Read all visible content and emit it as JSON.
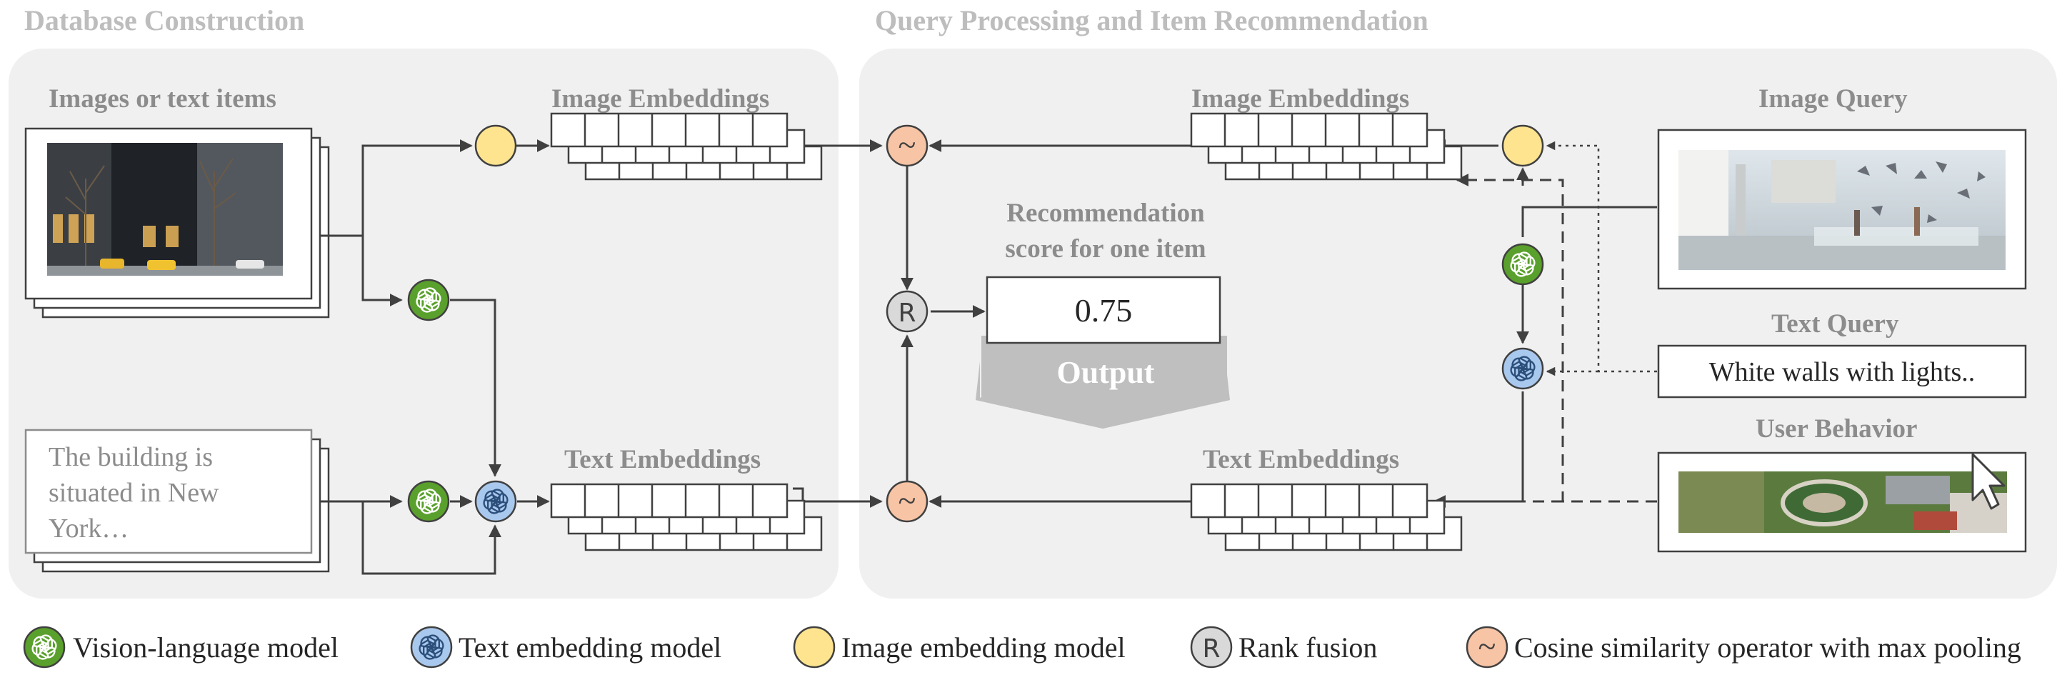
{
  "sections": {
    "left_title": "Database Construction",
    "right_title": "Query Processing and Item Recommendation"
  },
  "left_panel": {
    "items_label": "Images or text items",
    "image_embeddings_label": "Image Embeddings",
    "text_embeddings_label": "Text Embeddings",
    "text_item_lines": [
      "The building is",
      "situated in New",
      "York…"
    ]
  },
  "right_panel": {
    "image_embeddings_label": "Image Embeddings",
    "text_embeddings_label": "Text Embeddings",
    "score_label_line1": "Recommendation",
    "score_label_line2": "score for one item",
    "score_value": "0.75",
    "output_label": "Output",
    "image_query_label": "Image Query",
    "text_query_label": "Text Query",
    "text_query_value": "White walls with lights..",
    "user_behavior_label": "User Behavior"
  },
  "operators": {
    "rank_fusion_symbol": "R",
    "cosine_symbol": "~"
  },
  "legend": [
    {
      "key": "vlm",
      "label": "Vision-language model"
    },
    {
      "key": "tem",
      "label": "Text embedding model"
    },
    {
      "key": "iem",
      "label": "Image embedding model"
    },
    {
      "key": "rank",
      "label": "Rank fusion"
    },
    {
      "key": "cos",
      "label": "Cosine similarity operator with max pooling"
    }
  ],
  "colors": {
    "panel_bg": "#f0f0f0",
    "title_gray": "#bdbdbd",
    "label_gray": "#8c8c8c",
    "line": "#404040",
    "vlm_green": "#5aa02c",
    "tem_blue": "#a9c8ee",
    "iem_yellow": "#ffe490",
    "rank_gray": "#d9d9d9",
    "cos_salmon": "#f7c4a5",
    "output_gray": "#bfbfbf"
  },
  "icons": {
    "vlm": "openai-knot-icon",
    "tem": "openai-knot-icon",
    "cursor": "mouse-pointer-icon"
  }
}
